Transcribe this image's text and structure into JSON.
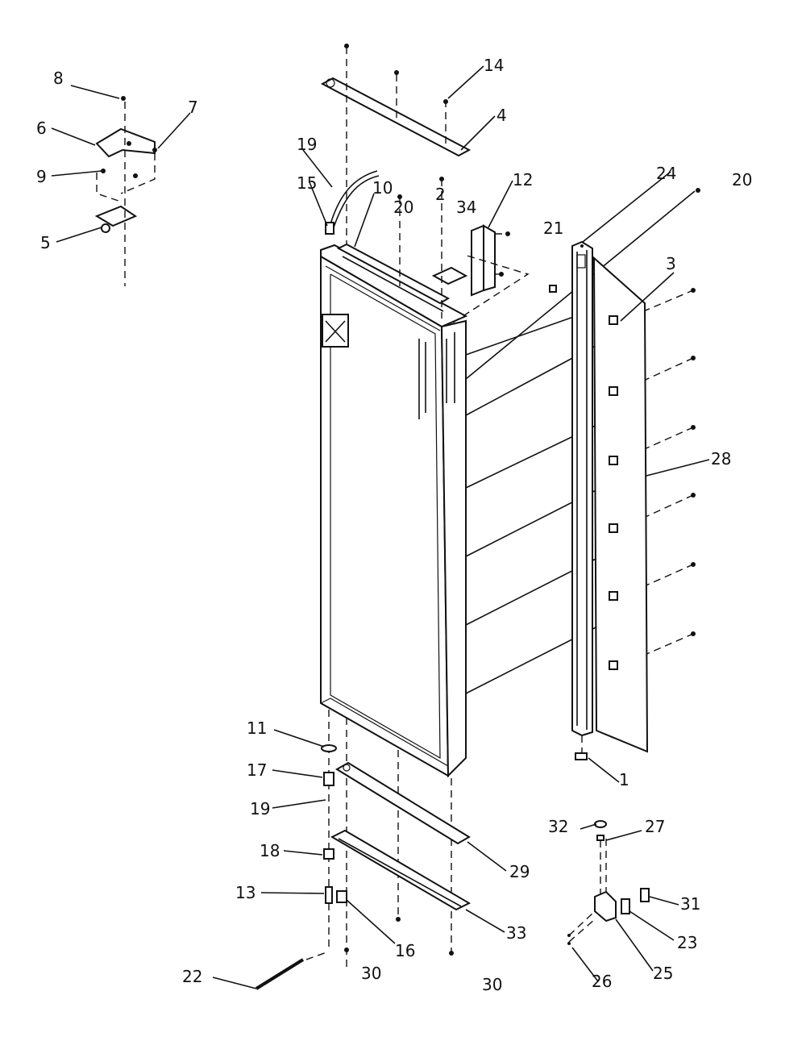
{
  "labels": {
    "l1": "1",
    "l2": "2",
    "l3": "3",
    "l4": "4",
    "l5": "5",
    "l6": "6",
    "l7": "7",
    "l8": "8",
    "l9": "9",
    "l10": "10",
    "l11": "11",
    "l12": "12",
    "l13": "13",
    "l14": "14",
    "l15": "15",
    "l16": "16",
    "l17": "17",
    "l18": "18",
    "l19a": "19",
    "l19b": "19",
    "l20a": "20",
    "l20b": "20",
    "l21": "21",
    "l22": "22",
    "l23": "23",
    "l24": "24",
    "l25": "25",
    "l26": "26",
    "l27": "27",
    "l28": "28",
    "l29": "29",
    "l30a": "30",
    "l30b": "30",
    "l31": "31",
    "l32": "32",
    "l33": "33",
    "l34": "34"
  }
}
